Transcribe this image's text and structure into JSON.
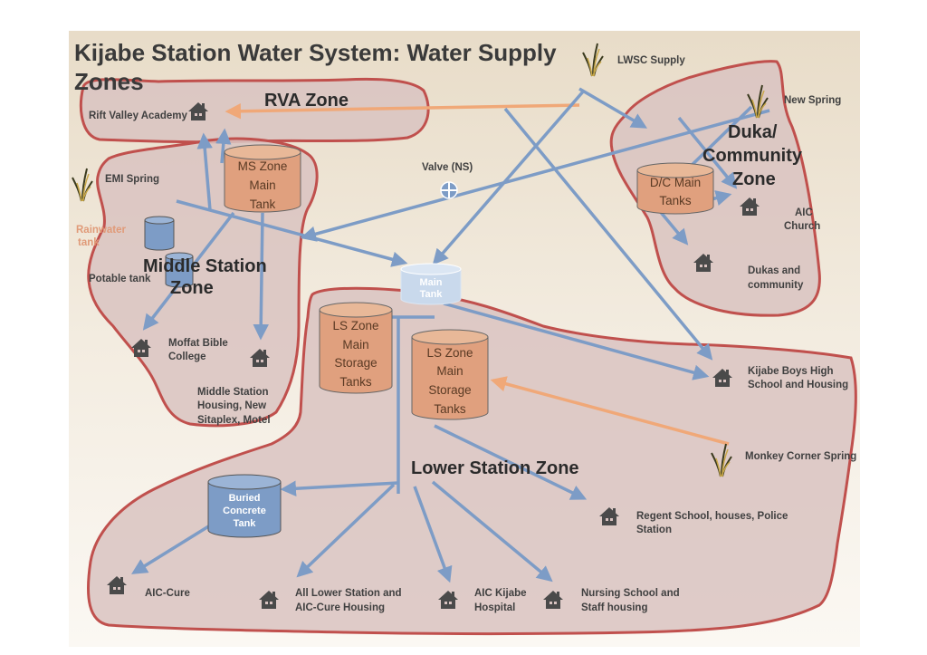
{
  "title": {
    "line1": "Kijabe Station Water System:  Water Supply",
    "line2": "Zones"
  },
  "zones": {
    "rva": "RVA Zone",
    "middle_line1": "Middle Station",
    "middle_line2": "Zone",
    "duka_line1": "Duka/",
    "duka_line2": "Community",
    "duka_line3": "Zone",
    "lower": "Lower Station Zone"
  },
  "sources": {
    "lwsc": "LWSC Supply",
    "new_spring": "New Spring",
    "emi_spring": "EMI Spring",
    "monkey_corner": "Monkey Corner Spring",
    "rainwater_line1": "Rainwater",
    "rainwater_line2": "tank",
    "valve": "Valve (NS)"
  },
  "tanks": {
    "ms_line1": "MS Zone",
    "ms_line2": "Main",
    "ms_line3": "Tank",
    "dc_line1": "D/C Main",
    "dc_line2": "Tanks",
    "main_line1": "Main",
    "main_line2": "Tank",
    "ls1_line1": "LS Zone",
    "ls1_line2": "Main",
    "ls1_line3": "Storage",
    "ls1_line4": "Tanks",
    "ls2_line1": "LS Zone",
    "ls2_line2": "Main",
    "ls2_line3": "Storage",
    "ls2_line4": "Tanks",
    "buried_line1": "Buried",
    "buried_line2": "Concrete",
    "buried_line3": "Tank",
    "potable": "Potable tank"
  },
  "destinations": {
    "rva": "Rift Valley Academy",
    "aic_church_line1": "AIC",
    "aic_church_line2": "Church",
    "dukas_line1": "Dukas and",
    "dukas_line2": "community",
    "moffat_line1": "Moffat Bible",
    "moffat_line2": "College",
    "mshousing_line1": "Middle Station",
    "mshousing_line2": "Housing, New",
    "mshousing_line3": "Sitaplex, Motel",
    "kbhs_line1": "Kijabe Boys High",
    "kbhs_line2": "School and Housing",
    "regent_line1": "Regent School, houses, Police",
    "regent_line2": "Station",
    "aiccure": "AIC-Cure",
    "lowerhousing_line1": "All Lower Station and",
    "lowerhousing_line2": "AIC-Cure Housing",
    "hospital_line1": "AIC Kijabe",
    "hospital_line2": "Hospital",
    "nursing_line1": "Nursing School and",
    "nursing_line2": "Staff housing"
  },
  "colors": {
    "zone_fill": "#d9c3c1",
    "zone_stroke": "#c0504d",
    "pipe_blue": "#7d9cc6",
    "pipe_orange": "#f0a878",
    "tank_orange": "#e0a07e",
    "tank_blue": "#7d9cc6",
    "house": "#4a4a4a"
  }
}
